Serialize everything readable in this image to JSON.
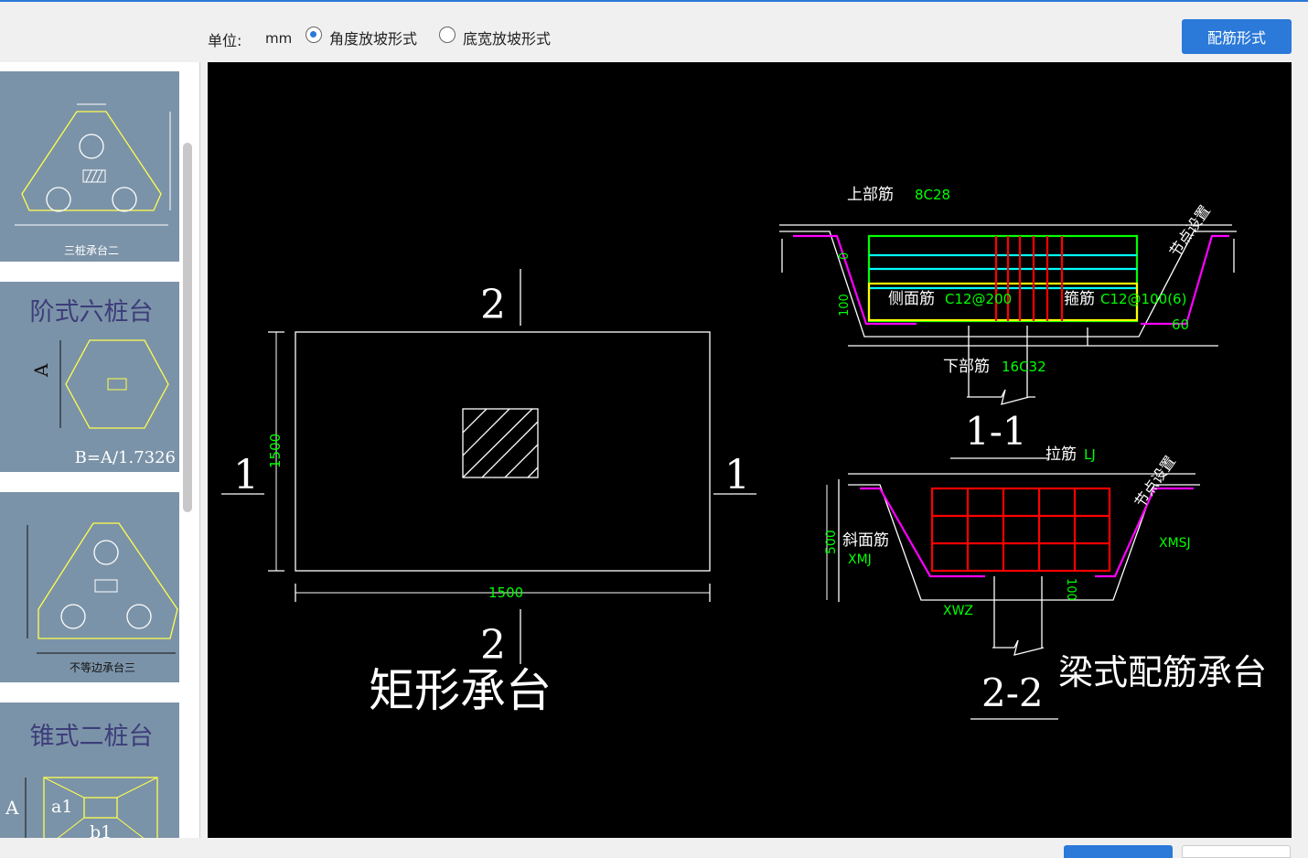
{
  "toolbar": {
    "unit_label": "单位:",
    "unit_value": "mm",
    "radio_angle_label": "角度放坡形式",
    "radio_width_label": "底宽放坡形式",
    "rebar_button_label": "配筋形式"
  },
  "thumbnails": [
    {
      "caption": "三桩承台二"
    },
    {
      "title": "阶式六桩台",
      "formula": "B=A/1.7326",
      "dim_a": "A"
    },
    {
      "caption": "不等边承台三"
    },
    {
      "title": "锥式二桩台",
      "dim_a": "A",
      "dim_a1": "a1",
      "dim_b1": "b1"
    }
  ],
  "drawing": {
    "plan": {
      "title": "矩形承台",
      "section_1": "1",
      "section_2": "2",
      "dim_height": "1500",
      "dim_width": "1500"
    },
    "section11": {
      "title": "1-1",
      "top_bar_label": "上部筋",
      "top_bar_value": "8C28",
      "side_bar_label": "侧面筋",
      "side_bar_value": "C12@200",
      "stirrup_label": "箍筋",
      "stirrup_value": "C12@100(6)",
      "bottom_bar_label": "下部筋",
      "bottom_bar_value": "16C32",
      "node_label": "节点设置",
      "angle": "60",
      "dim_top": "0",
      "dim_side": "100"
    },
    "section22": {
      "title": "2-2",
      "tie_label": "拉筋",
      "tie_value": "LJ",
      "slope_bar_label": "斜面筋",
      "slope_bar_value": "XMJ",
      "xmsj": "XMSJ",
      "xwz": "XWZ",
      "dim_height": "500",
      "dim_100": "100",
      "node_label": "节点设置"
    },
    "main_title": "梁式配筋承台"
  },
  "colors": {
    "accent": "#2b79d8",
    "cad_bg": "#000000",
    "cad_green": "#00ff00",
    "cad_yellow": "#ffff00",
    "cad_red": "#ff0000",
    "cad_cyan": "#00ffff",
    "cad_magenta": "#ff00ff",
    "thumb_bg": "#7b93a8"
  }
}
